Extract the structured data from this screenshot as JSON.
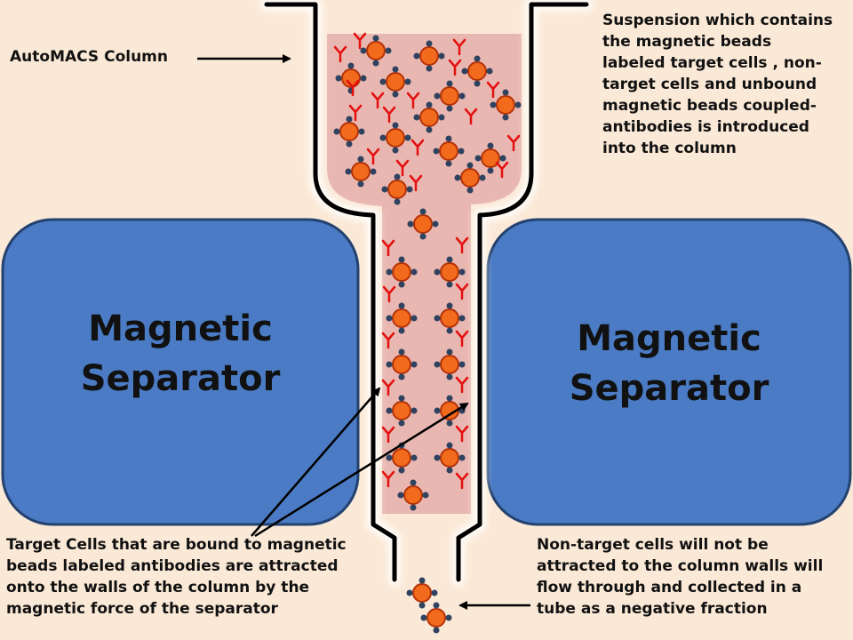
{
  "labels": {
    "column": "AutoMACS Column",
    "suspension": "Suspension which contains\nthe magnetic beads\nlabeled target cells , non-\ntarget cells and unbound\nmagnetic beads coupled-\nantibodies is introduced\ninto the column",
    "separator_left": "Magnetic\nSeparator",
    "separator_right": "Magnetic\nSeparator",
    "target_cells": "Target Cells that are bound to magnetic\nbeads labeled antibodies are attracted\nonto the walls of the column by the\nmagnetic force of the separator",
    "non_target": "Non-target cells will not be\nattracted to the column walls will\nflow through and collected in a\ntube as a negative fraction"
  },
  "colors": {
    "background": "#fbe9d7",
    "separator_fill": "#4a7bc4",
    "separator_stroke": "#23426f",
    "column_fill": "#e9b7b1",
    "cell_fill": "#f26a1b",
    "cell_stroke": "#b43208",
    "bead": "#2f4260",
    "antibody": "#e3100f",
    "wall": "#000000"
  },
  "icons": [
    "magnetic-separator",
    "automacs-column",
    "target-cell",
    "antibody",
    "arrow"
  ]
}
